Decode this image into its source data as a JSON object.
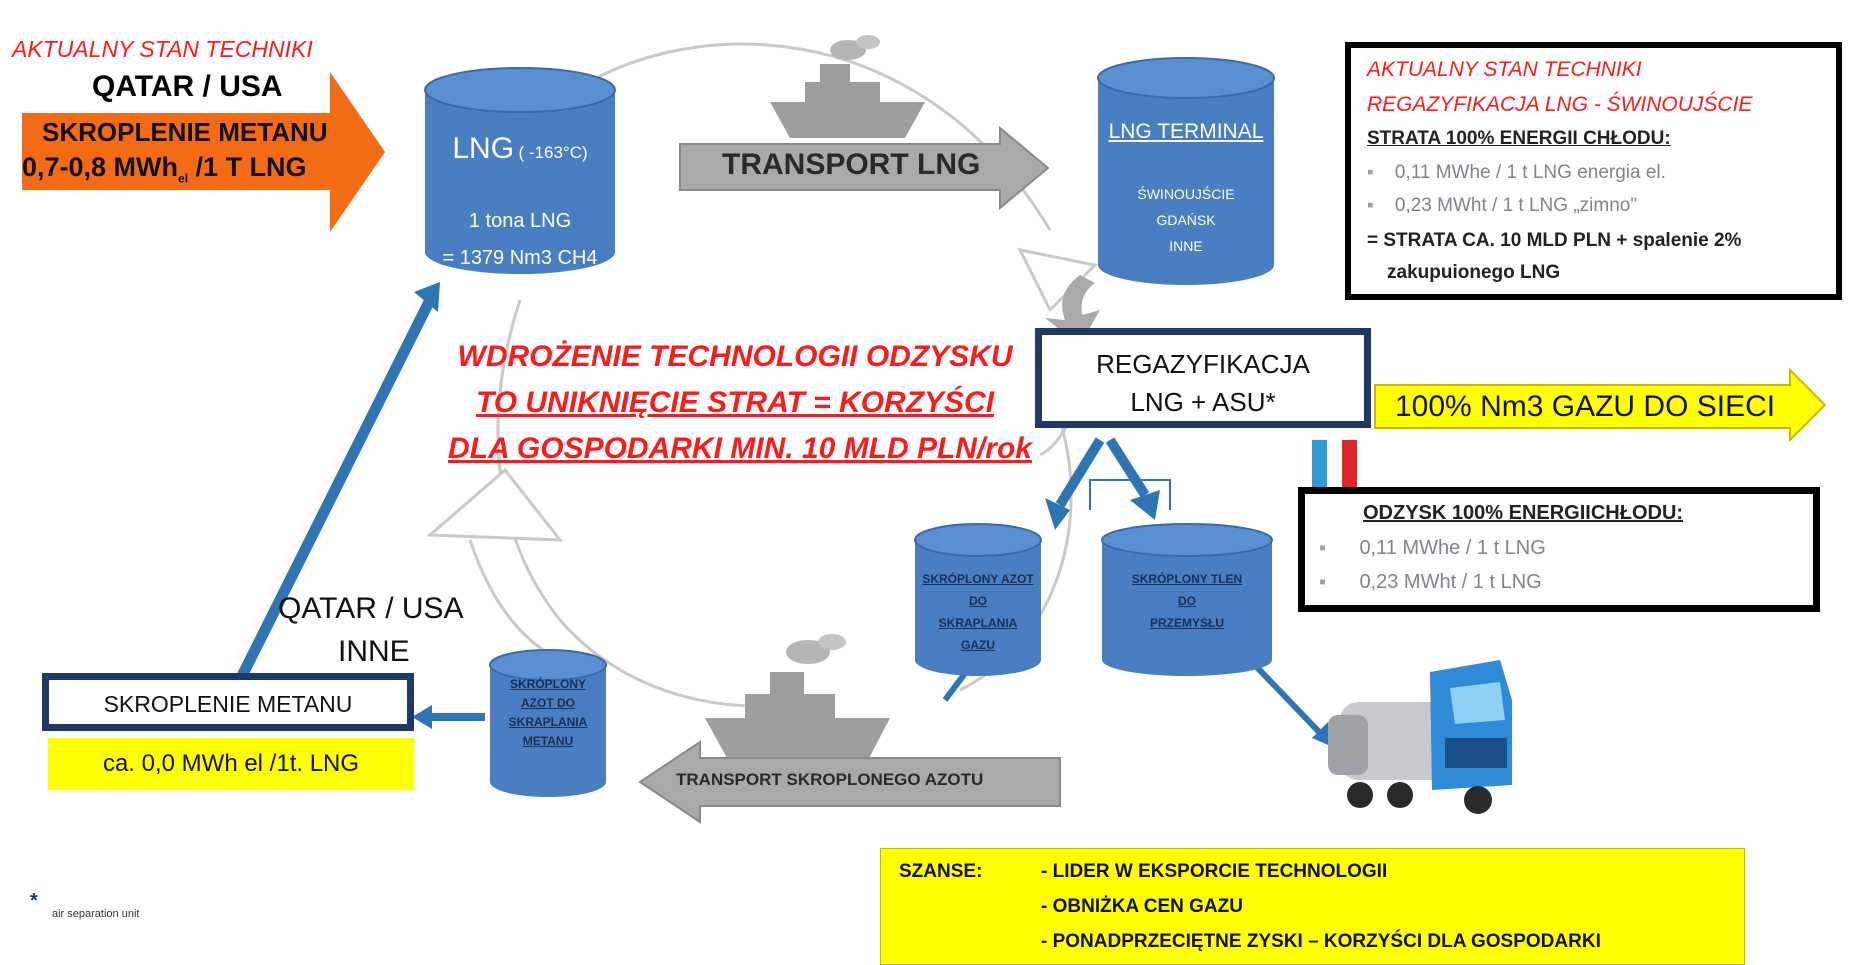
{
  "top_left": {
    "stan_label": "AKTUALNY STAN TECHNIKI",
    "origin": "QATAR / USA",
    "arrow_line1": "SKROPLENIE METANU",
    "arrow_line2": "0,7-0,8 MWh",
    "arrow_sub": "el",
    "arrow_line2_tail": " /1 T LNG"
  },
  "lng_tank": {
    "title": "LNG",
    "temp": "( -163°C)",
    "line1": "1 tona   LNG",
    "line2": "= 1379 Nm3 CH4"
  },
  "transport_lng": "TRANSPORT LNG",
  "terminal": {
    "title": "LNG  TERMINAL",
    "places": [
      "ŚWINOUJŚCIE",
      "GDAŃSK",
      "INNE"
    ]
  },
  "stan_box": {
    "title1": "AKTUALNY  STAN  TECHNIKI",
    "title2": "REGAZYFIKACJA   LNG - ŚWINOUJŚCIE",
    "strata_header": "STRATA   100% ENERGII CHŁODU:",
    "bullet1": "0,11 MWhe / 1 t LNG   energia el.",
    "bullet2": "0,23 MWht  /  1 t LNG „zimno\"",
    "sum_line1": "= STRATA   CA.  10 MLD PLN + spalenie  2%",
    "sum_line2": "zakupuionego  LNG",
    "bullet_mark": "▪"
  },
  "center_red": {
    "line1": "WDROŻENIE TECHNOLOGII ODZYSKU",
    "line2": "TO  UNIKNIĘCIE STRAT = KORZYŚCI",
    "line3": "DLA GOSPODARKI MIN. 10 MLD PLN/rok"
  },
  "regas_box": {
    "line1": "REGAZYFIKACJA",
    "line2": "LNG + ASU*"
  },
  "gas_arrow": "100% Nm3 GAZU DO SIECI",
  "odzysk_box": {
    "header": "ODZYSK 100% ENERGIICHŁODU:",
    "bullet1": "0,11 MWhe / 1 t LNG",
    "bullet2": "0,23 MWht  /  1 t LNG",
    "bullet_mark": "▪"
  },
  "cyl_azot": [
    "SKRÓPLONY AZOT",
    "DO",
    "SKRAPLANIA",
    "GAZU"
  ],
  "cyl_tlen": [
    "SKRÓPLONY TLEN",
    "DO",
    "PRZEMYSŁU"
  ],
  "cyl_azot_metan": [
    "SKRÓPLONY",
    "AZOT DO",
    "SKRAPLANIA",
    "METANU"
  ],
  "bottom_left": {
    "origin1": "QATAR / USA",
    "origin2": "INNE",
    "box_label": "SKROPLENIE METANU",
    "yellow_label": "ca. 0,0 MWh el /1t. LNG"
  },
  "transport_azot": "TRANSPORT  SKROPLONEGO AZOTU",
  "footnote": {
    "star": "*",
    "text": "air separation  unit"
  },
  "szanse": {
    "label": "SZANSE:",
    "items": [
      "- LIDER W EKSPORCIE  TECHNOLOGII",
      "- OBNIŻKA   CEN GAZU",
      "- PONADPRZECIĘTNE   ZYSKI – KORZYŚCI DLA GOSPODARKI"
    ]
  },
  "colors": {
    "cylinder": "#4a7ec2",
    "cylinder_top": "#5b8fd3",
    "orange": "#f36b14",
    "navy": "#1f3864",
    "yellow": "#ffff00",
    "red": "#ff1a1a",
    "gray_arrow": "#a9a9a9"
  }
}
